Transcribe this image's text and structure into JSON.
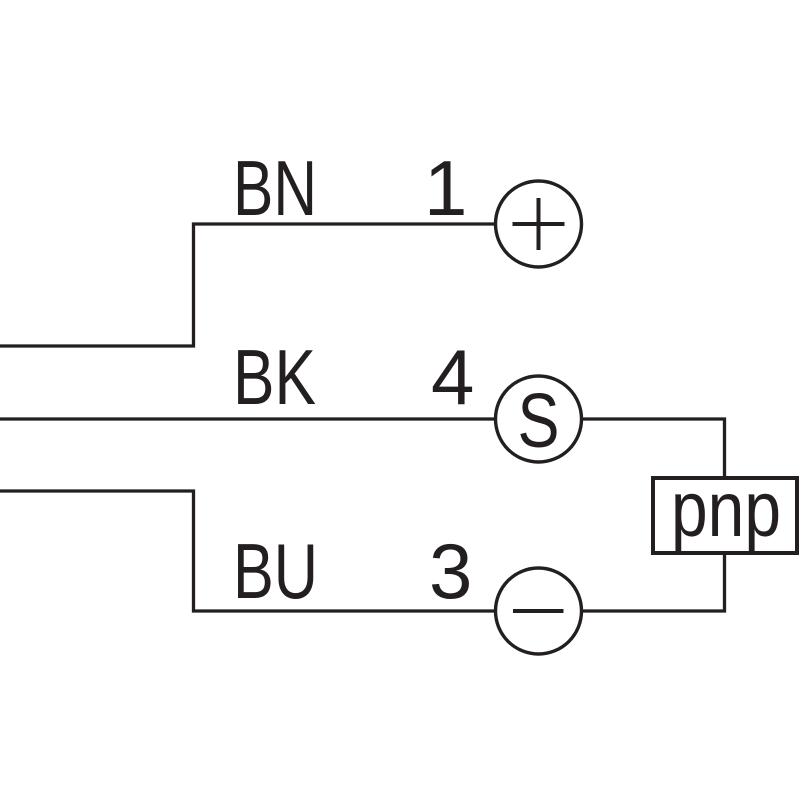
{
  "diagram": {
    "kind": "sensor-output-wiring-diagram",
    "output_type_label": "pnp",
    "rows": [
      {
        "wire_color_code": "BN",
        "pin_number": "1",
        "terminal_symbol": "+"
      },
      {
        "wire_color_code": "BK",
        "pin_number": "4",
        "terminal_symbol": "S"
      },
      {
        "wire_color_code": "BU",
        "pin_number": "3",
        "terminal_symbol": "−"
      }
    ],
    "colors": {
      "line": "#231f20",
      "background": "#ffffff"
    }
  }
}
